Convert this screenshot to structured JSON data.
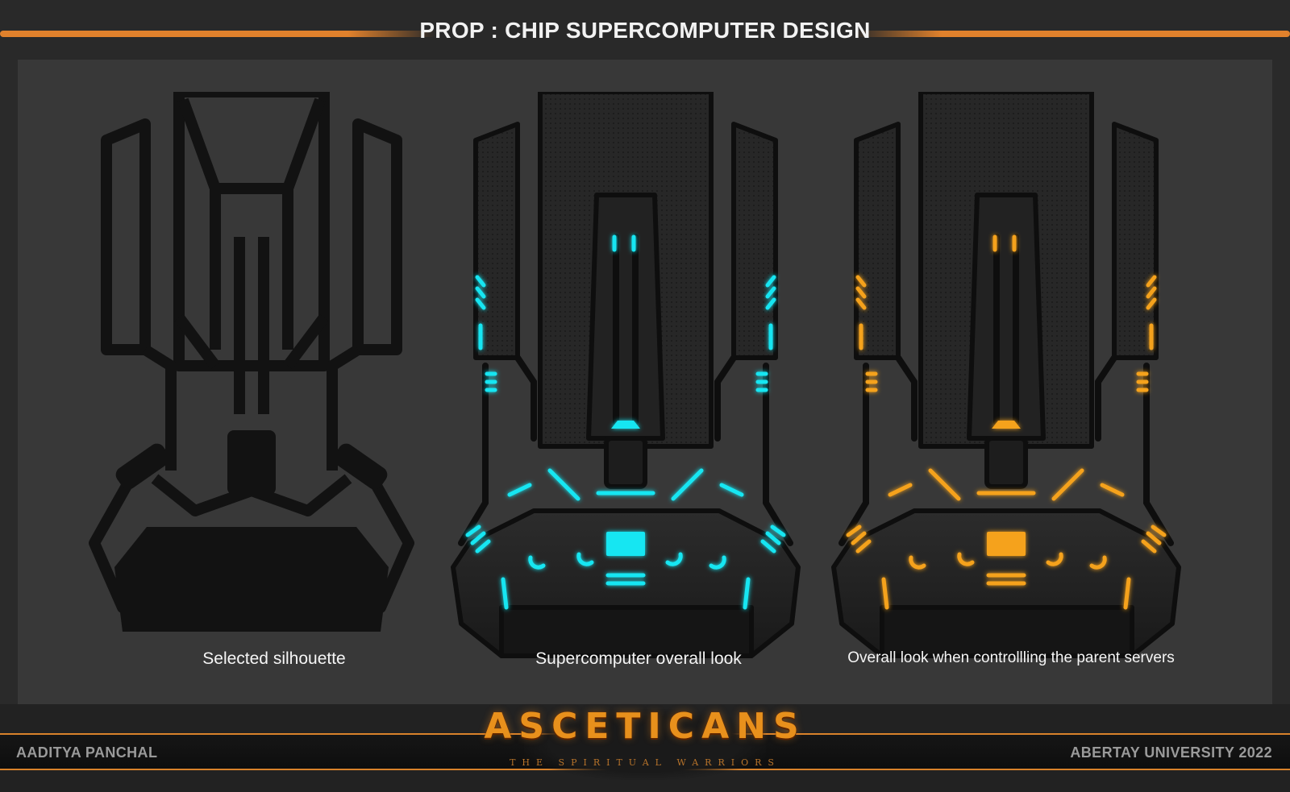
{
  "header": {
    "title": "PROP : CHIP SUPERCOMPUTER DESIGN"
  },
  "captions": {
    "silhouette": "Selected silhouette",
    "overall": "Supercomputer overall look",
    "controlling": "Overall look when controllling the parent servers"
  },
  "footer": {
    "author": "AADITYA PANCHAL",
    "university": "ABERTAY UNIVERSITY 2022",
    "logo_title": "ASCETICANS",
    "logo_tagline": "THE SPIRITUAL WARRIORS"
  },
  "colors": {
    "accent_orange": "#e0812c",
    "glow_cyan": "#19e6f2",
    "glow_amber": "#f5a21a",
    "silhouette": "#121212"
  }
}
